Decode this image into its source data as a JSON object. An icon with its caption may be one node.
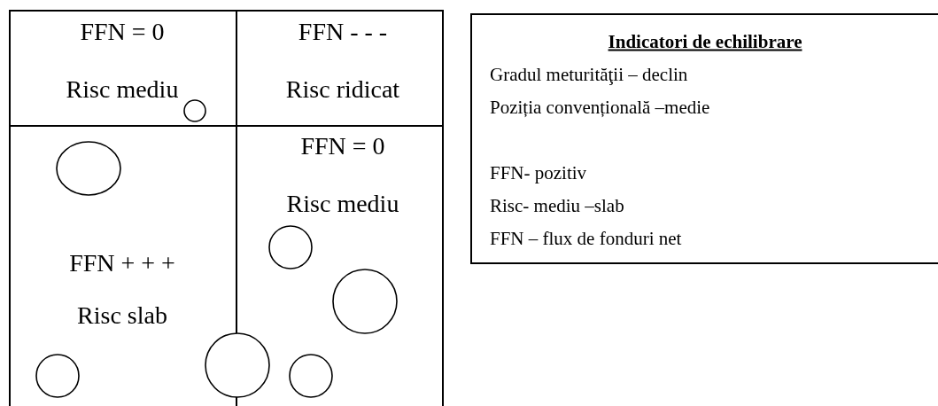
{
  "diagram": {
    "nodes": [
      {
        "text": [
          "FFN = 0",
          "Risc mediu"
        ]
      },
      {
        "text": [
          "FFN - - -",
          "Risc ridicat"
        ]
      },
      {
        "text": [
          "FFN + + +",
          "Risc slab"
        ]
      },
      {
        "text": [
          "FFN = 0",
          "Risc mediu"
        ]
      },
      {
        "text": [],
        "shape": "circle",
        "in": 0
      },
      {
        "text": [],
        "shape": "ellipse",
        "in": 2
      },
      {
        "text": [],
        "shape": "circle",
        "in": 3
      },
      {
        "text": [],
        "shape": "circle",
        "in": 3
      },
      {
        "text": [],
        "shape": "circle",
        "in": 2
      },
      {
        "text": [],
        "shape": "circle"
      },
      {
        "text": [],
        "shape": "circle",
        "in": 3
      },
      {
        "text": [
          "Indicatori de echilibrare",
          "Gradul meturităţii – declin",
          "Poziția convențională –medie",
          "FFN- pozitiv",
          "Risc- mediu –slab",
          "FFN – flux de fonduri net"
        ]
      }
    ]
  }
}
